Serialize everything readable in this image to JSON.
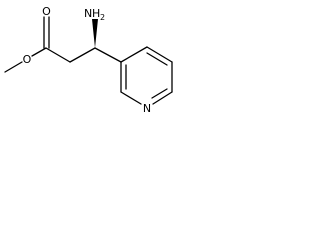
{
  "molecule": {
    "atoms": {
      "carbonyl_oxygen": "O",
      "ester_oxygen": "O",
      "amine_nitrogen": "N",
      "amine_hydrogen": "H",
      "amine_subscript": "2",
      "ring_nitrogen": "N"
    },
    "colors": {
      "bond": "#000000",
      "background": "#ffffff"
    }
  }
}
